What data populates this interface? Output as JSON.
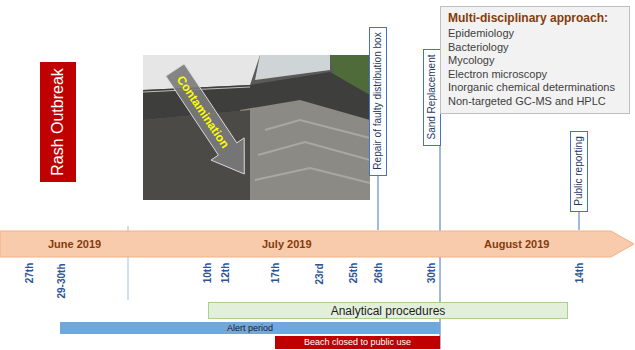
{
  "diagram": {
    "nodes": [
      {
        "text": [
          "Rash Outbreak"
        ]
      },
      {
        "text": [
          "Repair of faulty distribution box"
        ]
      },
      {
        "text": [
          "Sand Replacement"
        ]
      },
      {
        "text": [
          "Public reporting"
        ]
      },
      {
        "text": [
          "Multi-disciplinary approach:",
          "Epidemiology",
          "Bacteriology",
          "Mycology",
          "Electron microscopy",
          "Inorganic chemical determinations",
          "Non-targeted GC-MS and HPLC"
        ]
      },
      {
        "text": [
          "June 2019",
          "July 2019",
          "August 2019"
        ]
      },
      {
        "text": [
          "Analytical procedures"
        ]
      },
      {
        "text": [
          "Alert period"
        ]
      },
      {
        "text": [
          "Beach closed to public use"
        ]
      }
    ],
    "labels": [
      "Contamination",
      "27th",
      "29-30th",
      "10th",
      "12th",
      "17th",
      "23rd",
      "25th",
      "26th",
      "30th",
      "14th"
    ]
  }
}
